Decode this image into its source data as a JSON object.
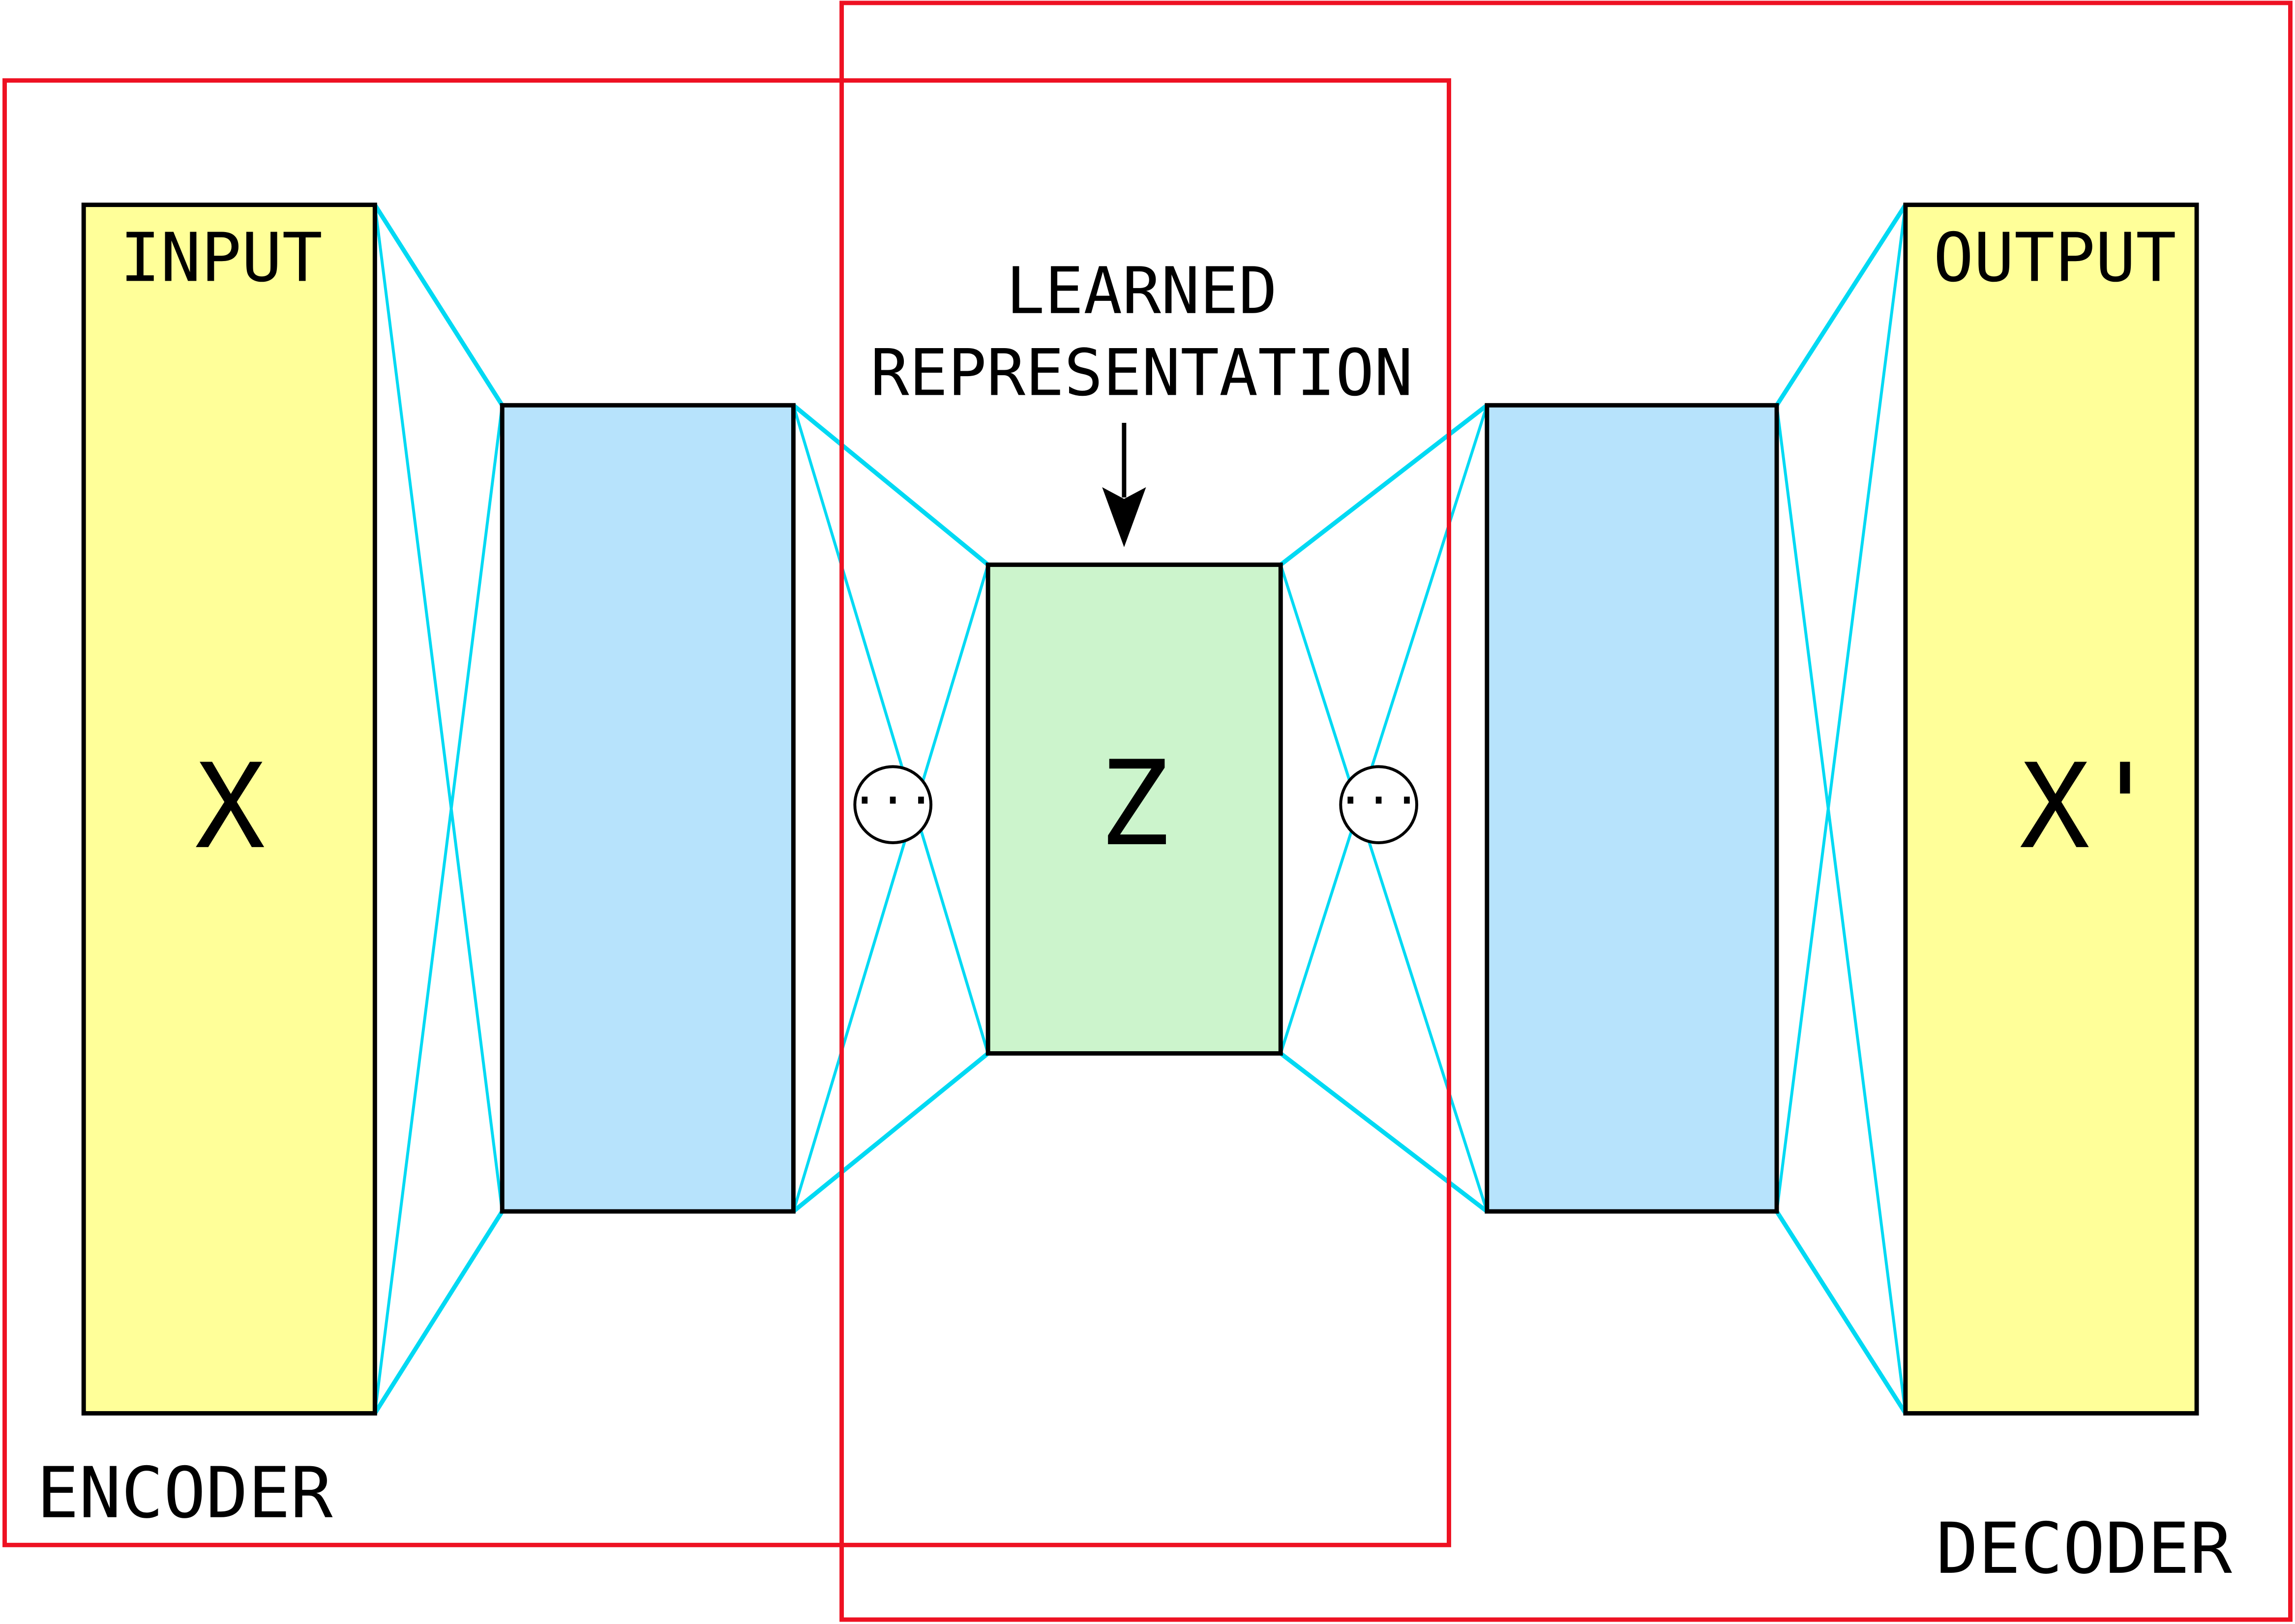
{
  "labels": {
    "input": "INPUT",
    "output": "OUTPUT",
    "x": "X",
    "x_prime": "X'",
    "z": "Z",
    "learned_line1": "LEARNED",
    "learned_line2": "REPRESENTATION",
    "encoder": "ENCODER",
    "decoder": "DECODER",
    "ellipsis": "···"
  },
  "colors": {
    "input_output_fill": "#ffff99",
    "hidden_fill": "#b7e3fc",
    "latent_fill": "#ccf4cc",
    "connection": "#00d9f3",
    "group_border": "#ee1122",
    "outline": "#000000"
  }
}
